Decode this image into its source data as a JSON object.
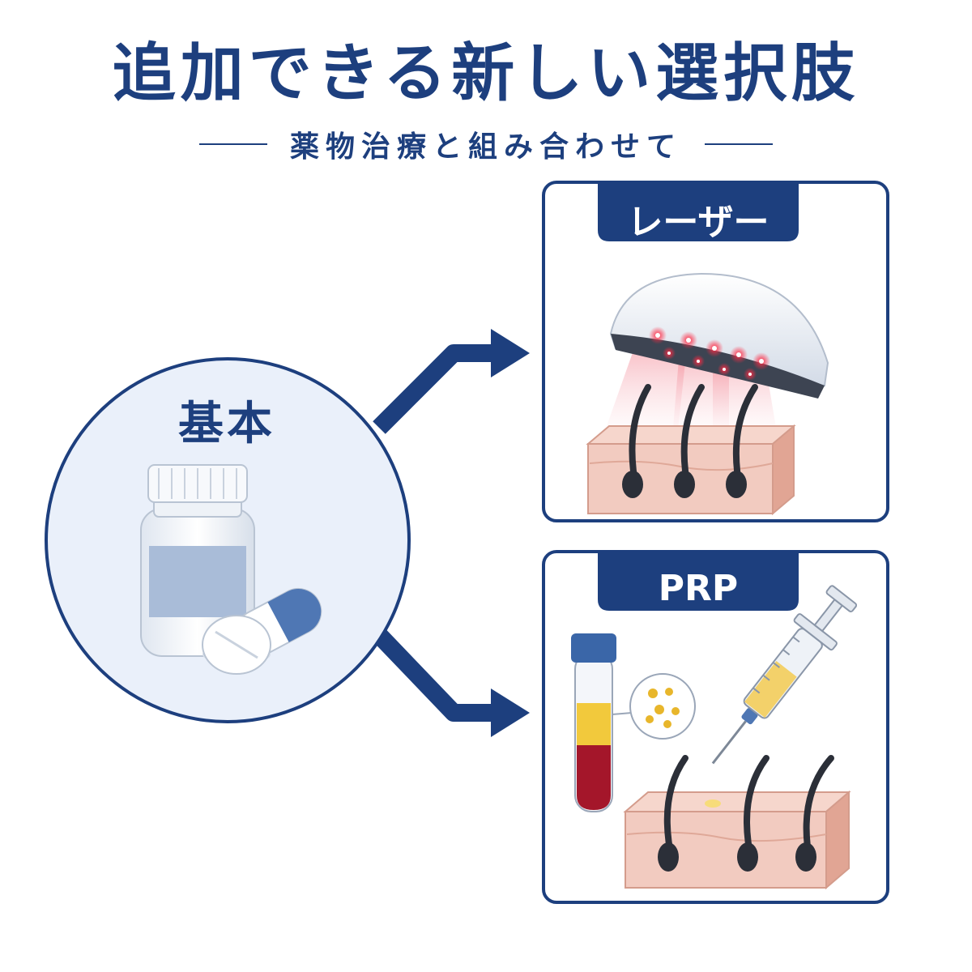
{
  "header": {
    "title": "追加できる新しい選択肢",
    "subtitle": "薬物治療と組み合わせて"
  },
  "basic": {
    "label": "基本",
    "icons": [
      "medicine-bottle-icon",
      "capsule-icon",
      "tablet-icon"
    ]
  },
  "options": [
    {
      "label": "レーザー",
      "icons": [
        "laser-helmet-icon",
        "hair-follicle-skin-icon"
      ]
    },
    {
      "label": "PRP",
      "icons": [
        "blood-tube-icon",
        "platelet-icon",
        "syringe-icon",
        "hair-follicle-skin-icon"
      ]
    }
  ],
  "colors": {
    "navy": "#1d3f7e",
    "panel_border": "#1d3f7e",
    "circle_fill": "#eaf0fa",
    "laser_red": "#e8203a",
    "skin": "#f2cbc0",
    "blood": "#a4162a",
    "plasma": "#f2c93c"
  }
}
